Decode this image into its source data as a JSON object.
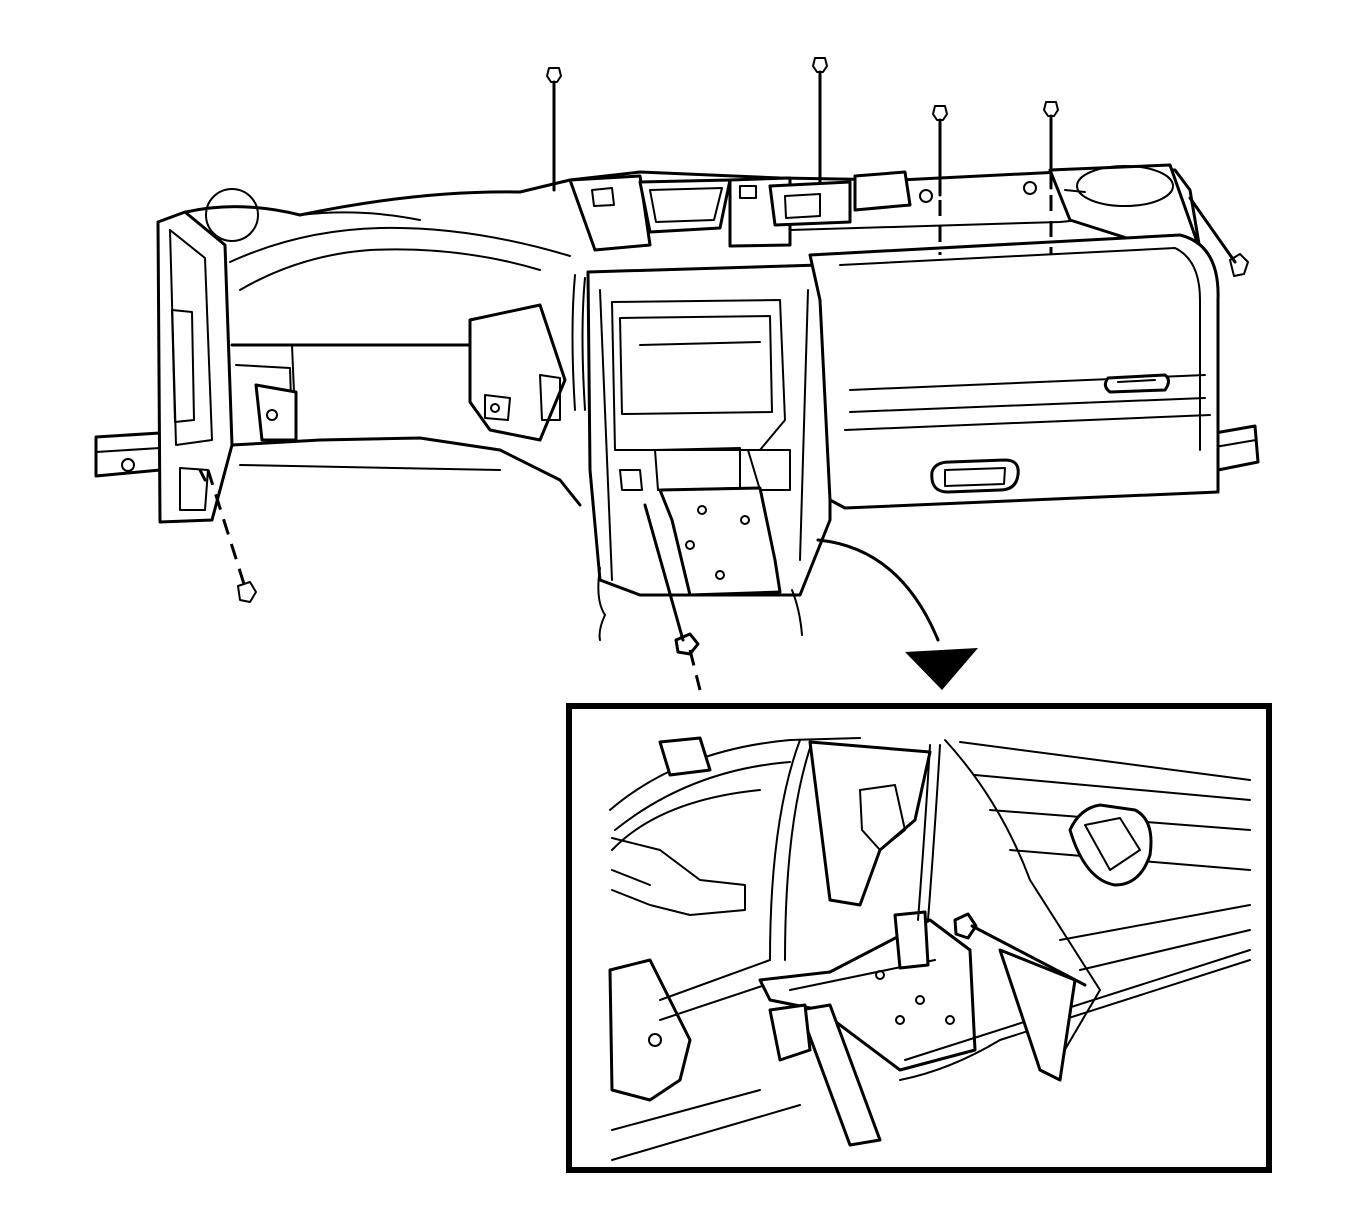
{
  "figure": {
    "kind": "instrument panel carrier removal illustration",
    "colors": {
      "ink": "#000000",
      "paper": "#ffffff"
    },
    "callouts": {
      "top_bolts": 4,
      "side_bolts": 2,
      "lower_fastener": 1,
      "detail_bolt": 1
    },
    "detail_view": {
      "present": true,
      "arrow": "curved-arrow-down"
    }
  }
}
